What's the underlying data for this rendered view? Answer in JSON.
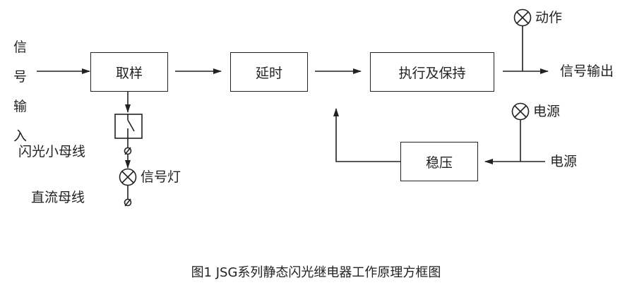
{
  "blocks": {
    "sampling": "取样",
    "delay": "延时",
    "execute_hold": "执行及保持",
    "regulator": "稳压"
  },
  "labels": {
    "signal_input": [
      "信",
      "号",
      "输",
      "入"
    ],
    "action": "动作",
    "signal_output": "信号输出",
    "power_lamp": "电源",
    "power_input": "电源",
    "flash_bus": "闪光小母线",
    "signal_lamp": "信号灯",
    "dc_bus": "直流母线"
  },
  "caption": "图1  JSG系列静态闪光继电器工作原理方框图",
  "colors": {
    "line": "#222222",
    "background": "#ffffff"
  }
}
